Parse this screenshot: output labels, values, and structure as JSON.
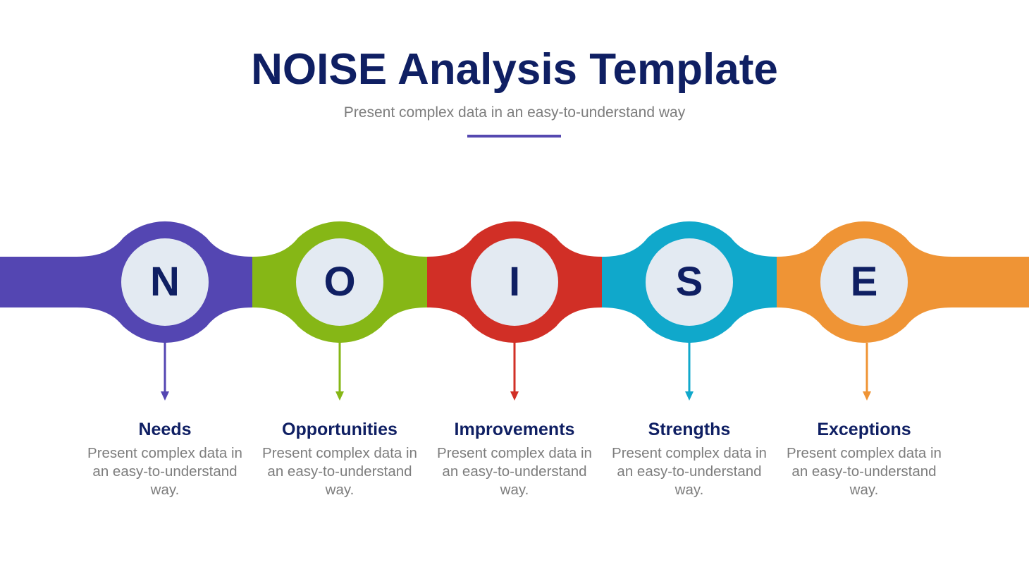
{
  "header": {
    "title": "NOISE Analysis Template",
    "subtitle": "Present complex data in an easy-to-understand way",
    "accent_color": "#5548b0"
  },
  "steps": [
    {
      "letter": "N",
      "title": "Needs",
      "description": "Present complex data in an easy-to-understand way.",
      "color": "#5446b2"
    },
    {
      "letter": "O",
      "title": "Opportunities",
      "description": "Present complex data in an easy-to-understand way.",
      "color": "#86b716"
    },
    {
      "letter": "I",
      "title": "Improvements",
      "description": "Present complex data in an easy-to-understand way.",
      "color": "#d12f26"
    },
    {
      "letter": "S",
      "title": "Strengths",
      "description": "Present complex data in an easy-to-understand way.",
      "color": "#10a8cb"
    },
    {
      "letter": "E",
      "title": "Exceptions",
      "description": "Present complex data in an easy-to-understand way.",
      "color": "#ef9435"
    }
  ],
  "colors": {
    "letter_text": "#0f1f63",
    "inner_circle": "#e3eaf2",
    "body_text": "#7d7d7d"
  }
}
